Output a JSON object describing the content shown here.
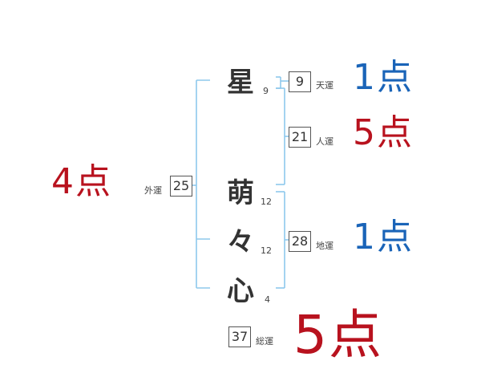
{
  "colors": {
    "bracket": "#8ec8ec",
    "good": "#1a64b8",
    "bad": "#b8121e"
  },
  "name": {
    "surname": [
      {
        "char": "星",
        "strokes": "9"
      }
    ],
    "given": [
      {
        "char": "萌",
        "strokes": "12"
      },
      {
        "char": "々",
        "strokes": "12"
      },
      {
        "char": "心",
        "strokes": "4"
      }
    ]
  },
  "fortunes": {
    "ten": {
      "value": "9",
      "label": "天運",
      "score": "1点",
      "color": "good"
    },
    "jin": {
      "value": "21",
      "label": "人運",
      "score": "5点",
      "color": "bad"
    },
    "chi": {
      "value": "28",
      "label": "地運",
      "score": "1点",
      "color": "good"
    },
    "gai": {
      "value": "25",
      "label": "外運",
      "score": "4点",
      "color": "bad"
    },
    "total": {
      "value": "37",
      "label": "総運",
      "score": "5点",
      "color": "bad"
    }
  }
}
